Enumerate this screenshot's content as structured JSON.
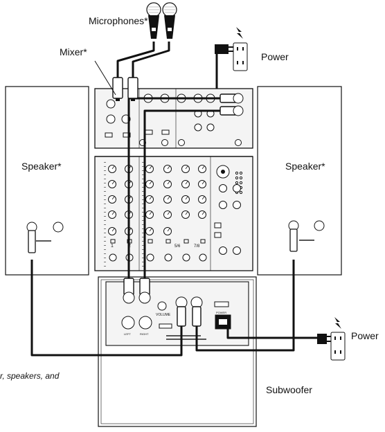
{
  "labels": {
    "microphones": "Microphones*",
    "mixer": "Mixer*",
    "power_top": "Power",
    "speaker_left": "Speaker*",
    "speaker_right": "Speaker*",
    "power_right": "Power",
    "subwoofer": "Subwoofer",
    "footnote": "r, speakers, and"
  },
  "panel_text": {
    "sub_volume": "VOLUME",
    "sub_power": "POWER",
    "sub_left_in": "LEFT",
    "sub_right_in": "RIGHT",
    "mixer_ch1": "1",
    "mixer_ch2": "2",
    "mixer_ch56": "5/6",
    "mixer_ch78": "7/8"
  },
  "colors": {
    "line": "#111111",
    "fill": "#ffffff",
    "panel": "#f4f4f4"
  },
  "icons": [
    "microphone-icon",
    "power-outlet-icon",
    "power-plug-icon",
    "xlr-connector-icon",
    "speaker-cabinet-icon",
    "mixer-icon",
    "subwoofer-icon"
  ]
}
